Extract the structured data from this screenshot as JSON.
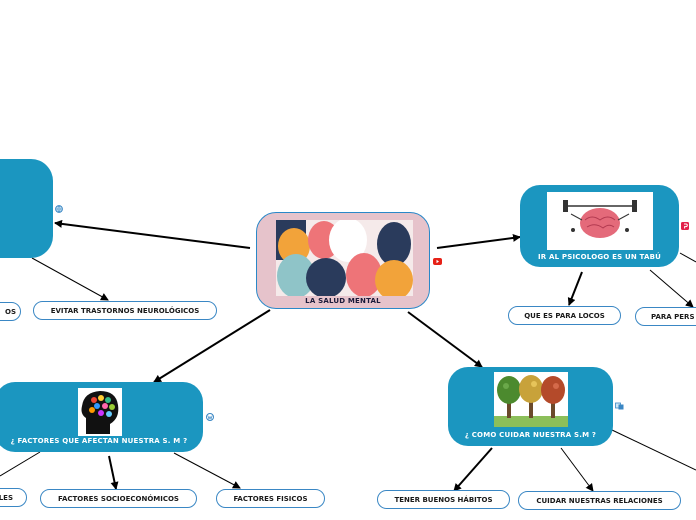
{
  "center": {
    "label": "LA SALUD MENTAL"
  },
  "nodes": {
    "left_partial": {
      "label": ""
    },
    "psicologo": {
      "label": "IR AL PSICOLOGO ES UN TABÚ"
    },
    "factores": {
      "label": "¿ FACTORES QUE AFECTAN NUESTRA S. M ?"
    },
    "cuidar": {
      "label": "¿ COMO CUIDAR NUESTRA S.M ?"
    }
  },
  "subnodes": {
    "partial_os": "OS",
    "trastornos": "EVITAR TRASTORNOS NEUROLÓGICOS",
    "locos": "QUE ES PARA LOCOS",
    "para_pers": "PARA PERS",
    "partial_les": "LES",
    "socioeconomicos": "FACTORES SOCIOECONÓMICOS",
    "fisicos": "FACTORES FISICOS",
    "habitos": "TENER BUENOS HÁBITOS",
    "relaciones": "CUIDAR NUESTRAS RELACIONES"
  },
  "colors": {
    "node_blue": "#1b96c0",
    "center_fill": "#e6c3cb",
    "pill_border": "#3a87c4",
    "youtube_red": "#e62117",
    "pinterest_red": "#e2204a"
  },
  "icons": [
    "globe-icon",
    "youtube-icon",
    "pinterest-icon",
    "wordpress-icon",
    "attachment-icon"
  ]
}
